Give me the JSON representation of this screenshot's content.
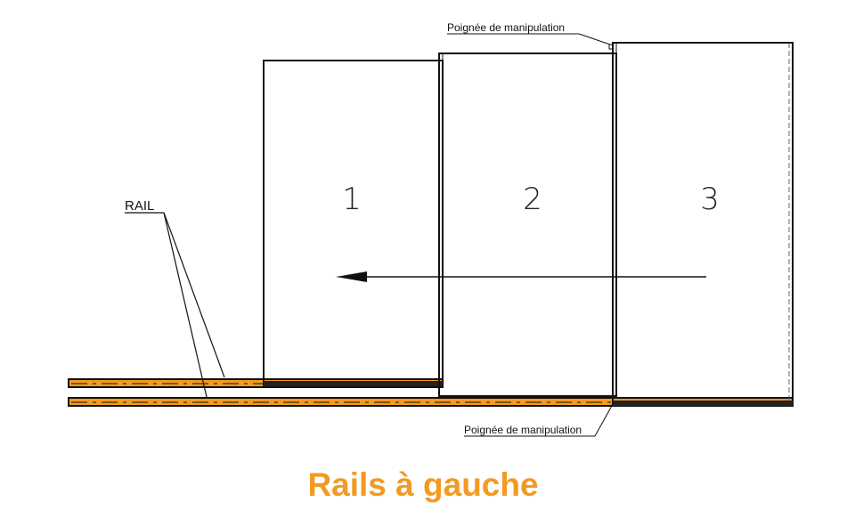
{
  "diagram": {
    "title": "Rails à gauche",
    "rail_label": "RAIL",
    "handle_label_top": "Poignée de manipulation",
    "handle_label_bottom": "Poignée de manipulation",
    "panels": [
      {
        "number": "1"
      },
      {
        "number": "2"
      },
      {
        "number": "3"
      }
    ],
    "arrow_direction": "left",
    "colors": {
      "rail": "#f39a21",
      "title": "#f39a21",
      "line": "#111111"
    }
  }
}
